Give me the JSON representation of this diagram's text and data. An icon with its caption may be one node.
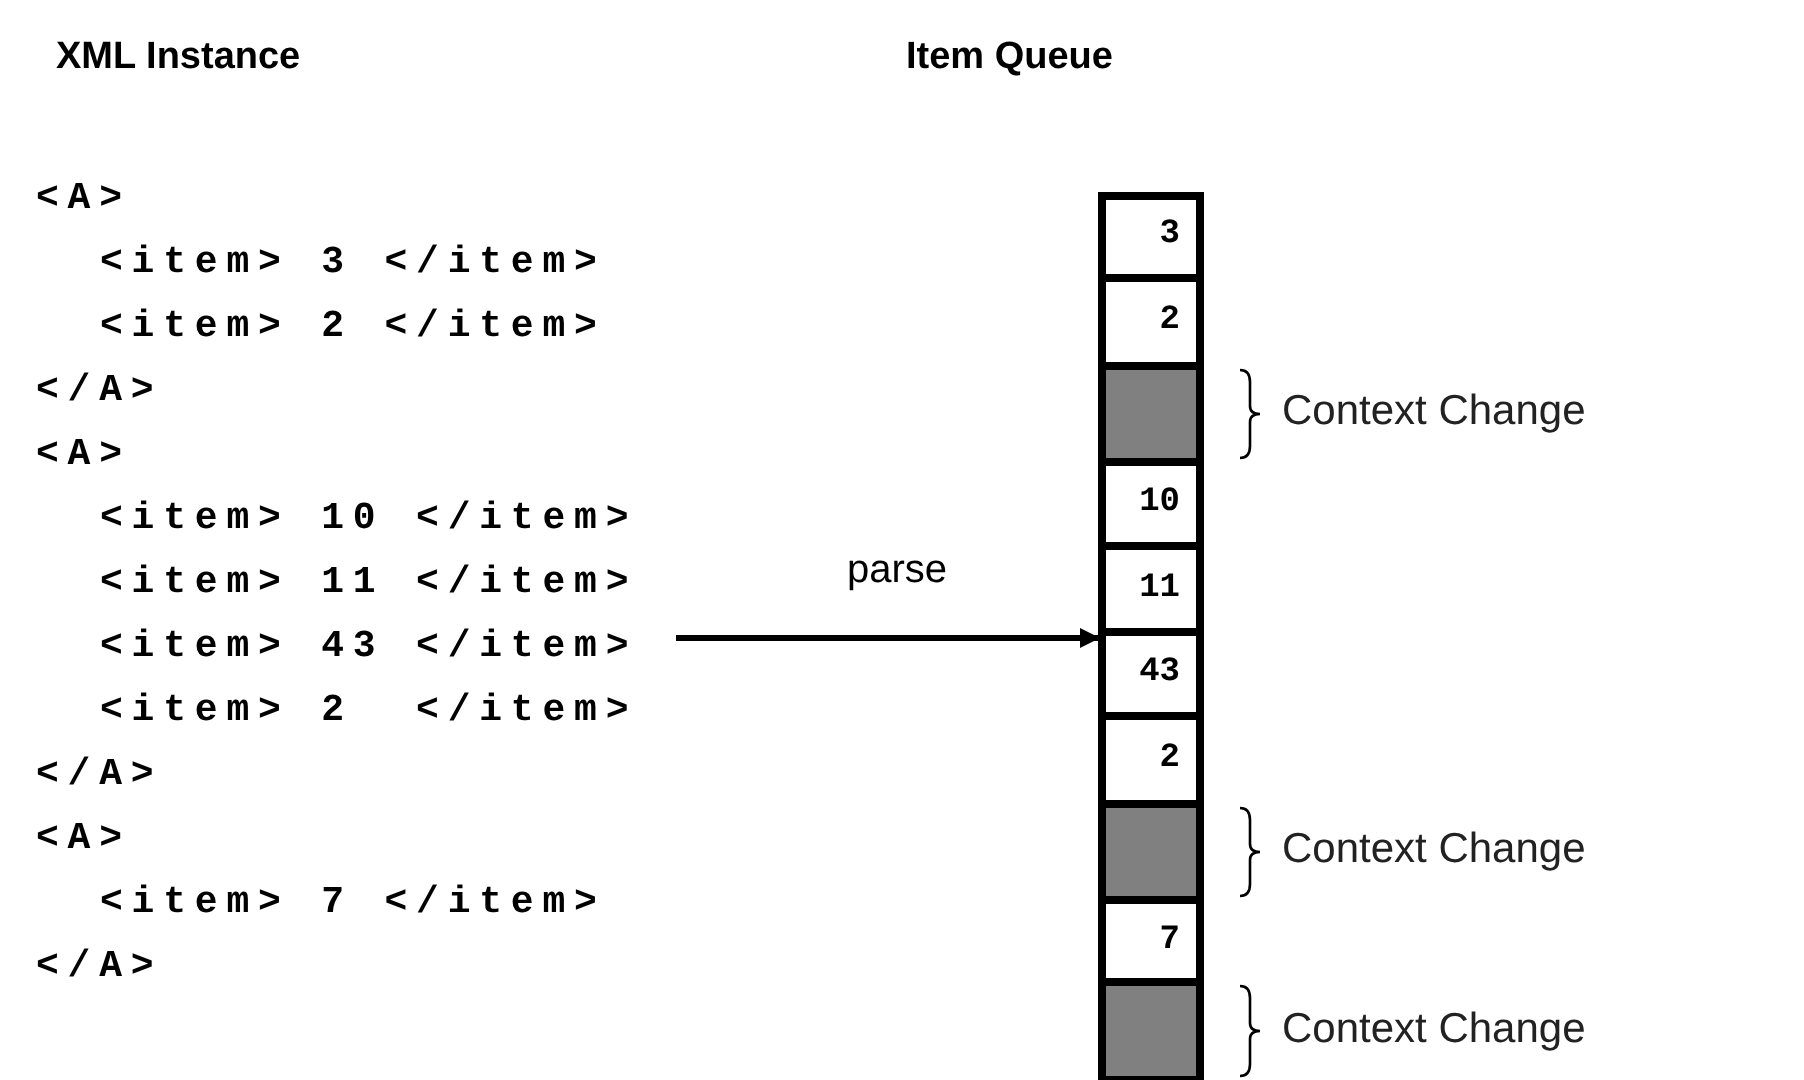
{
  "diagram": {
    "nodes": [
      {
        "text": [
          "<A>",
          "<item> 3 </item>",
          "<item> 2 </item>",
          "</A>",
          "<A>",
          "<item> 10 </item>",
          "<item> 11 </item>",
          "<item> 43 </item>",
          "<item> 2  </item>",
          "</A>",
          "<A>",
          "<item> 7 </item>",
          "</A>"
        ]
      },
      {
        "text": [],
        "shape": "bar"
      },
      {
        "text": [
          "3"
        ],
        "in": 1
      },
      {
        "text": [
          "2"
        ],
        "in": 1
      },
      {
        "text": [],
        "shape": "box",
        "in": 1,
        "beside": [
          "Context Change"
        ]
      },
      {
        "text": [
          "10"
        ],
        "in": 1
      },
      {
        "text": [
          "11"
        ],
        "in": 1
      },
      {
        "text": [
          "43"
        ],
        "in": 1
      },
      {
        "text": [
          "2"
        ],
        "in": 1
      },
      {
        "text": [],
        "shape": "box",
        "in": 1,
        "beside": [
          "Context Change"
        ]
      },
      {
        "text": [
          "7"
        ],
        "in": 1
      },
      {
        "text": [],
        "shape": "box",
        "in": 1,
        "beside": [
          "Context Change"
        ]
      }
    ],
    "edges": [
      {
        "from": 0,
        "to": 1,
        "arrow": "to",
        "label": "parse"
      }
    ],
    "labels": [
      "XML Instance",
      "Item Queue"
    ]
  }
}
